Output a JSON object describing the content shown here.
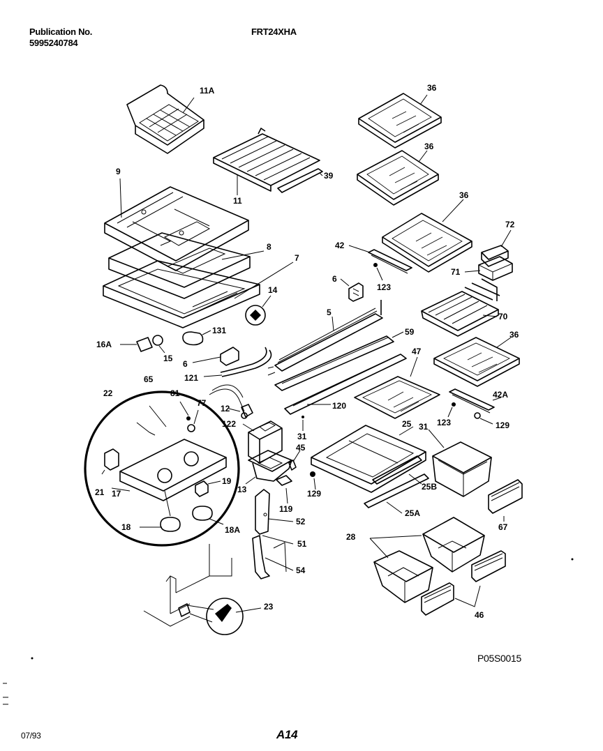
{
  "header": {
    "publication_label": "Publication No.",
    "publication_number": "5995240784",
    "model": "FRT24XHA"
  },
  "footer": {
    "diagram_code": "P05S0015",
    "date": "07/93",
    "page": "A14"
  },
  "callouts": {
    "c11A": "11A",
    "c11": "11",
    "c39": "39",
    "c9": "9",
    "c8": "8",
    "c7": "7",
    "c14": "14",
    "c131": "131",
    "c16A": "16A",
    "c15": "15",
    "c6a": "6",
    "c121": "121",
    "c22": "22",
    "c65": "65",
    "c81": "81",
    "c77": "77",
    "c12": "12",
    "c122": "122",
    "c21": "21",
    "c17": "17",
    "c19": "19",
    "c13": "13",
    "c45": "45",
    "c18": "18",
    "c18A": "18A",
    "c119": "119",
    "c52": "52",
    "c51": "51",
    "c54": "54",
    "c23": "23",
    "c36a": "36",
    "c36b": "36",
    "c36c": "36",
    "c36d": "36",
    "c72": "72",
    "c71": "71",
    "c42": "42",
    "c123a": "123",
    "c6b": "6",
    "c5": "5",
    "c70": "70",
    "c59": "59",
    "c47": "47",
    "c120": "120",
    "c31a": "31",
    "c25": "25",
    "c31b": "31",
    "c42A": "42A",
    "c123b": "123",
    "c129a": "129",
    "c129b": "129",
    "c25B": "25B",
    "c25A": "25A",
    "c67": "67",
    "c28": "28",
    "c46": "46"
  }
}
